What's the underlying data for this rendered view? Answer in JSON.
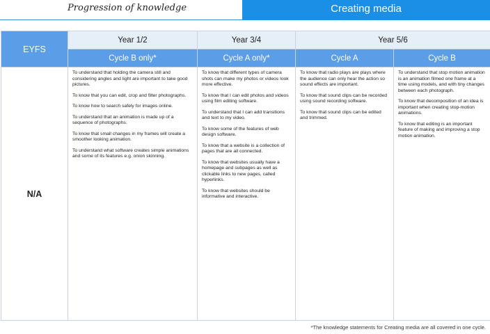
{
  "banner": {
    "left_title": "Progression of knowledge",
    "right_title": "Creating media"
  },
  "table": {
    "eyfs_header": "EYFS",
    "eyfs_value": "N/A",
    "years": [
      {
        "label": "Year 1/2"
      },
      {
        "label": "Year 3/4"
      },
      {
        "label": "Year 5/6"
      }
    ],
    "cycles": [
      {
        "label": "Cycle B only*"
      },
      {
        "label": "Cycle A only*"
      },
      {
        "label": "Cycle A"
      },
      {
        "label": "Cycle B"
      }
    ],
    "columns": [
      {
        "statements": [
          "To understand that holding the camera still and considering angles and light are important to take good pictures.",
          "To know that you can edit, crop and filter photographs.",
          "To know how to search safely for images online.",
          "To understand that an animation is made up of a sequence of photographs.",
          "To know that small changes in my frames will create a smoother looking animation.",
          "To understand what software creates simple animations and some of its features e.g. onion skinning."
        ]
      },
      {
        "statements": [
          "To know that different types of camera shots can make my photos or videos look more effective.",
          "To know that I can edit photos and videos using film editing software.",
          "To understand that I can add transitions and text to my video.",
          "To know some of the features of web design software.",
          "To know that a website is a collection of pages that are all connected.",
          "To know that websites usually have a homepage and subpages as well as clickable links to new pages, called hyperlinks.",
          "To know that websites should be informative and interactive."
        ]
      },
      {
        "statements": [
          "To know that radio plays are plays where the audience can only hear the action so sound effects are important.",
          "To know that sound clips can be recorded using sound recording software.",
          "To know that sound clips can be edited and trimmed."
        ]
      },
      {
        "statements": [
          "To understand that stop motion animation is an animation filmed one frame at a time using models, and with tiny changes between each photograph.",
          "To know that decomposition of an idea is important when creating stop-motion animations.",
          "To know that editing is an important feature of making and improving a stop motion animation."
        ]
      }
    ]
  },
  "footnote": "*The knowledge statements for Creating media are all covered in one cycle."
}
